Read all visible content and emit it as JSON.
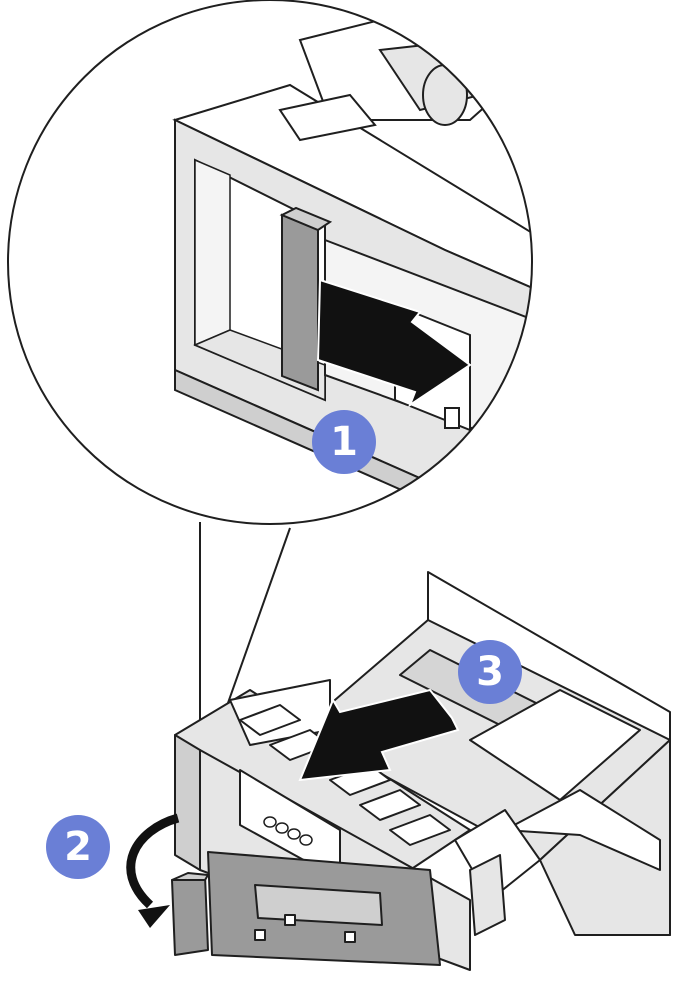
{
  "figure": {
    "kind": "installation-instruction",
    "subject": "drive-bay-and-hot-swap-drive"
  },
  "steps": [
    {
      "number": "1",
      "meaning": "slide-release-latch"
    },
    {
      "number": "2",
      "meaning": "rotate-handle-open"
    },
    {
      "number": "3",
      "meaning": "pull-drive-out"
    }
  ],
  "colors": {
    "badge": "#6a7fd6",
    "outline": "#1f1f1f",
    "light_gray": "#e6e6e6",
    "mid_gray": "#cfcfcf",
    "dark_gray": "#9a9a9a",
    "arrow": "#111111"
  }
}
